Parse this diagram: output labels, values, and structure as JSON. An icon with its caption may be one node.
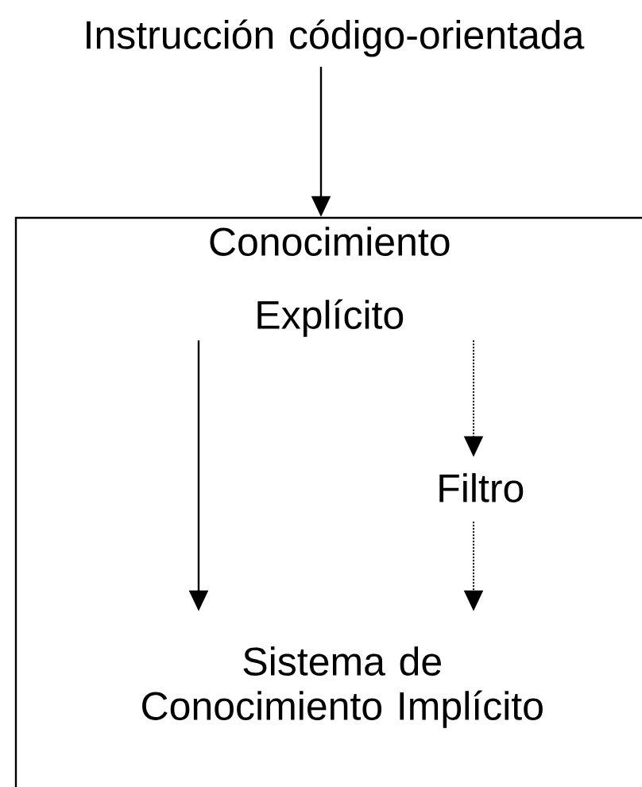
{
  "diagram": {
    "nodes": [
      {
        "text": [
          "Instrucción código-orientada"
        ]
      },
      {
        "text": [],
        "shape": "box"
      },
      {
        "text": [
          "Conocimiento Explícito"
        ],
        "in": 1
      },
      {
        "text": [
          "Filtro"
        ],
        "in": 1
      },
      {
        "text": [
          "Sistema de Conocimiento Implícito"
        ],
        "in": 1
      }
    ],
    "edges": [
      {
        "from": 0,
        "to": 1,
        "arrow": "to"
      },
      {
        "from": 2,
        "to": 4,
        "arrow": "to"
      },
      {
        "from": 2,
        "to": 3,
        "arrow": "to",
        "style": "dashed"
      },
      {
        "from": 3,
        "to": 4,
        "arrow": "to",
        "style": "dashed"
      }
    ]
  }
}
